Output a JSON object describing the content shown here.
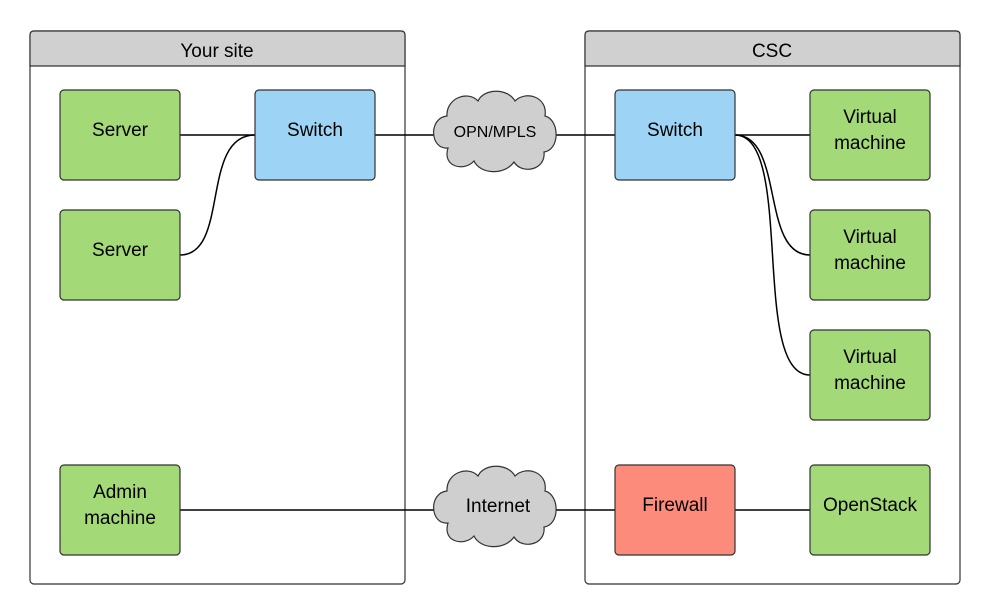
{
  "containers": {
    "your_site": {
      "title": "Your site"
    },
    "csc": {
      "title": "CSC"
    }
  },
  "nodes": {
    "server_1": {
      "lines": [
        "Server"
      ],
      "color": "#a3d977"
    },
    "server_2": {
      "lines": [
        "Server"
      ],
      "color": "#a3d977"
    },
    "switch_site": {
      "lines": [
        "Switch"
      ],
      "color": "#9dd3f4"
    },
    "admin_machine": {
      "lines": [
        "Admin",
        "machine"
      ],
      "color": "#a3d977"
    },
    "switch_csc": {
      "lines": [
        "Switch"
      ],
      "color": "#9dd3f4"
    },
    "vm_1": {
      "lines": [
        "Virtual",
        "machine"
      ],
      "color": "#a3d977"
    },
    "vm_2": {
      "lines": [
        "Virtual",
        "machine"
      ],
      "color": "#a3d977"
    },
    "vm_3": {
      "lines": [
        "Virtual",
        "machine"
      ],
      "color": "#a3d977"
    },
    "firewall": {
      "lines": [
        "Firewall"
      ],
      "color": "#fc8b7c"
    },
    "openstack": {
      "lines": [
        "OpenStack"
      ],
      "color": "#a3d977"
    }
  },
  "clouds": {
    "opn_mpls": {
      "label": "OPN/MPLS"
    },
    "internet": {
      "label": "Internet"
    }
  }
}
